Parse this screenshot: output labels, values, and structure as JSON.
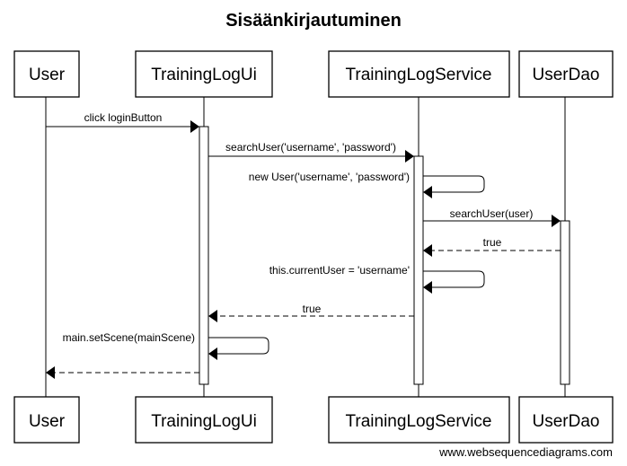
{
  "title": "Sisäänkirjautuminen",
  "participants": [
    {
      "name": "User"
    },
    {
      "name": "TrainingLogUi"
    },
    {
      "name": "TrainingLogService"
    },
    {
      "name": "UserDao"
    }
  ],
  "messages": [
    {
      "from": 0,
      "to": 1,
      "label": "click loginButton",
      "style": "solid"
    },
    {
      "from": 1,
      "to": 2,
      "label": "searchUser('username', 'password')",
      "style": "solid"
    },
    {
      "from": 2,
      "to": 2,
      "label": "new User('username', 'password')",
      "style": "self"
    },
    {
      "from": 2,
      "to": 3,
      "label": "searchUser(user)",
      "style": "solid"
    },
    {
      "from": 3,
      "to": 2,
      "label": "true",
      "style": "dashed"
    },
    {
      "from": 2,
      "to": 2,
      "label": "this.currentUser = 'username'",
      "style": "self"
    },
    {
      "from": 2,
      "to": 1,
      "label": "true",
      "style": "dashed"
    },
    {
      "from": 1,
      "to": 1,
      "label": "main.setScene(mainScene)",
      "style": "self"
    },
    {
      "from": 1,
      "to": 0,
      "label": "",
      "style": "dashed"
    }
  ],
  "watermark": "www.websequencediagrams.com"
}
